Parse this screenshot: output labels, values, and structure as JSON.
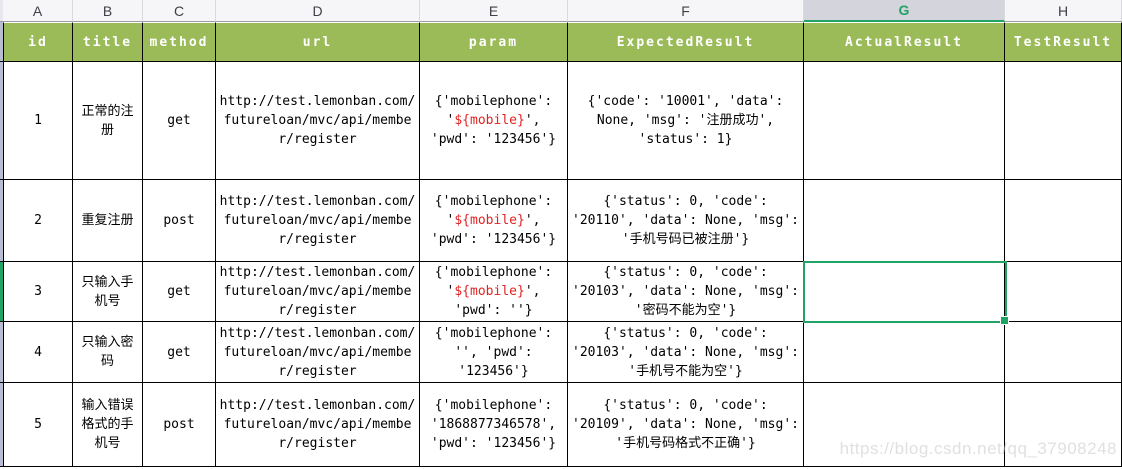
{
  "sheet": {
    "column_letters": [
      "A",
      "B",
      "C",
      "D",
      "E",
      "F",
      "G",
      "H"
    ],
    "selected_column_letter": "G",
    "watermark": "https://blog.csdn.net/qq_37908248",
    "colors": {
      "header_green": "#9bbb59",
      "selection_green": "#21a366",
      "param_variable_red": "#e32222"
    }
  },
  "table": {
    "headers": [
      "id",
      "title",
      "method",
      "url",
      "param",
      "ExpectedResult",
      "ActualResult",
      "TestResult"
    ],
    "rows": [
      {
        "id": "1",
        "title": "正常的注册",
        "method": "get",
        "url": "http://test.lemonban.com/futureloan/mvc/api/member/register",
        "param_pre": "{'mobilephone': '",
        "param_red": "${mobile}",
        "param_post": "', 'pwd': '123456'}",
        "expected": "{'code': '10001', 'data': None, 'msg': '注册成功', 'status': 1}",
        "actual": "",
        "test_result": ""
      },
      {
        "id": "2",
        "title": "重复注册",
        "method": "post",
        "url": "http://test.lemonban.com/futureloan/mvc/api/member/register",
        "param_pre": "{'mobilephone': '",
        "param_red": "${mobile}",
        "param_post": "', 'pwd': '123456'}",
        "expected": "{'status': 0, 'code': '20110', 'data': None, 'msg': '手机号码已被注册'}",
        "actual": "",
        "test_result": ""
      },
      {
        "id": "3",
        "title": "只输入手机号",
        "method": "get",
        "url": "http://test.lemonban.com/futureloan/mvc/api/member/register",
        "param_pre": "{'mobilephone': '",
        "param_red": "${mobile}",
        "param_post": "', 'pwd': ''}",
        "expected": "{'status': 0, 'code': '20103', 'data': None, 'msg': '密码不能为空'}",
        "actual": "",
        "test_result": ""
      },
      {
        "id": "4",
        "title": "只输入密码",
        "method": "get",
        "url": "http://test.lemonban.com/futureloan/mvc/api/member/register",
        "param_pre": "{'mobilephone': '', 'pwd': '123456'}",
        "param_red": "",
        "param_post": "",
        "expected": "{'status': 0, 'code': '20103', 'data': None, 'msg': '手机号不能为空'}",
        "actual": "",
        "test_result": ""
      },
      {
        "id": "5",
        "title": "输入错误格式的手机号",
        "method": "post",
        "url": "http://test.lemonban.com/futureloan/mvc/api/member/register",
        "param_pre": "{'mobilephone': '1868877346578', 'pwd': '123456'}",
        "param_red": "",
        "param_post": "",
        "expected": "{'status': 0, 'code': '20109', 'data': None, 'msg': '手机号码格式不正确'}",
        "actual": "",
        "test_result": ""
      }
    ]
  }
}
